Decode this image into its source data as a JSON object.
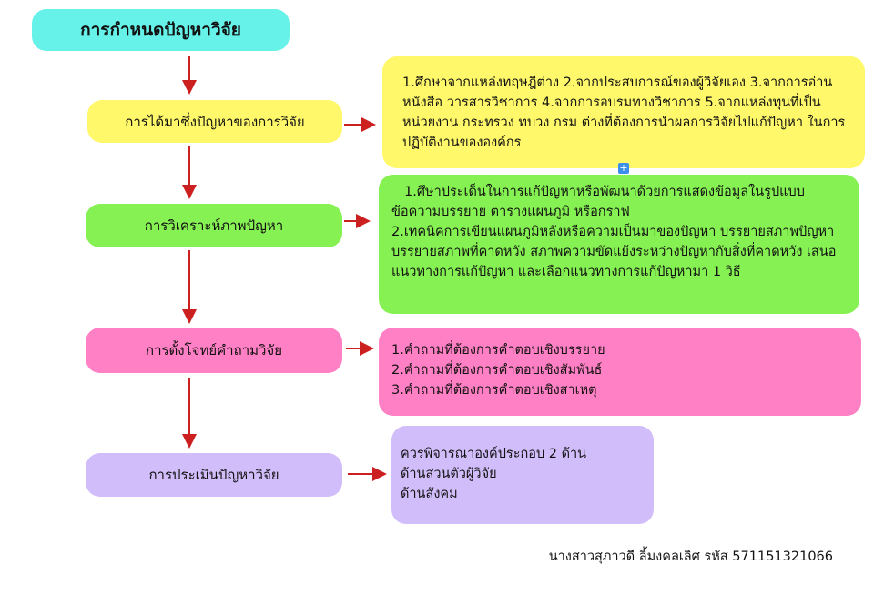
{
  "title": "การกำหนดปัญหาวิจัย",
  "steps": [
    {
      "label": "การได้มาซึ่งปัญหาของการวิจัย",
      "detail": "1.ศึกษาจากแหล่งทฤษฎีต่าง 2.จากประสบการณ์ของผู้วิจัยเอง 3.จากการอ่านหนังสือ วารสารวิชาการ 4.จากการอบรมทางวิชาการ 5.จากแหล่งทุนที่เป็นหน่วยงาน กระทรวง ทบวง กรม ต่างที่ต้องการนำผลการวิจัยไปแก้ปัญหา ในการปฏิบัติงานขององค์กร"
    },
    {
      "label": "การวิเคราะห์ภาพปัญหา",
      "detail_lines": [
        "1.ศึษาประเด็นในการแก้ปัญหาหรือพัฒนาด้วยการแสดงข้อมูลในรูปแบบ ข้อความบรรยาย ตารางแผนภูมิ หรือกราฟ",
        "2.เทคนิคการเขียนแผนภูมิหลังหรือความเป็นมาของปัญหา บรรยายสภาพปัญหา บรรยายสภาพที่คาดหวัง สภาพความขัดแย้งระหว่างปัญหากับสิ่งที่คาดหวัง เสนอแนวทางการแก้ปัญหา และเลือกแนวทางการแก้ปัญหามา 1 วิธี"
      ]
    },
    {
      "label": "การตั้งโจทย์คำถามวิจัย",
      "detail_lines": [
        "1.คำถามที่ต้องการคำตอบเชิงบรรยาย",
        "2.คำถามที่ต้องการคำตอบเชิงสัมพันธ์",
        "3.คำถามที่ต้องการคำตอบเชิงสาเหตุ"
      ]
    },
    {
      "label": "การประเมินปัญหาวิจัย",
      "detail_lines": [
        "ควรพิจารณาองค์ประกอบ 2 ด้าน",
        "ด้านส่วนตัวผู้วิจัย",
        "ด้านสังคม"
      ]
    }
  ],
  "plus": "+",
  "footer": "นางสาวสุภาวดี ลิ้มงคลเลิศ  รหัส  571151321066",
  "colors": {
    "title": "#66f2e9",
    "yellow": "#fff86a",
    "green": "#86f152",
    "pink": "#ff80c4",
    "purple": "#d1bdfa",
    "arrow": "#cc1f1f"
  }
}
